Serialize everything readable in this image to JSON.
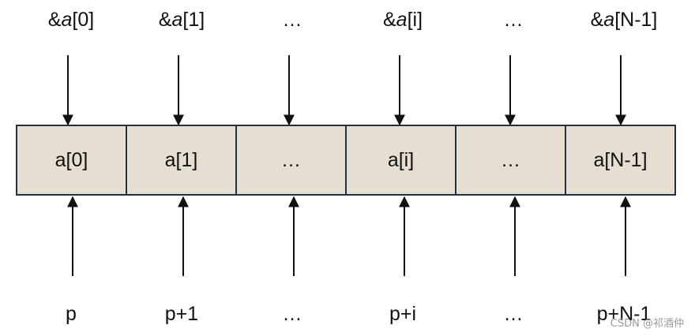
{
  "addresses": [
    {
      "amp": "&",
      "var": "a",
      "idx": "[0]"
    },
    {
      "amp": "&",
      "var": "a",
      "idx": "[1]"
    },
    {
      "amp": "",
      "var": "",
      "idx": "…"
    },
    {
      "amp": "&",
      "var": "a",
      "idx": "[i]"
    },
    {
      "amp": "",
      "var": "",
      "idx": "…"
    },
    {
      "amp": "&",
      "var": "a",
      "idx": "[N-1]"
    }
  ],
  "cells": [
    "a[0]",
    "a[1]",
    "…",
    "a[i]",
    "…",
    "a[N-1]"
  ],
  "pointers": [
    "p",
    "p+1",
    "…",
    "p+i",
    "…",
    "p+N-1"
  ],
  "watermark": "CSDN @祁酒仲",
  "colors": {
    "cell_fill": "#e6dfd1",
    "cell_border": "#1f3044",
    "arrow": "#111111"
  }
}
